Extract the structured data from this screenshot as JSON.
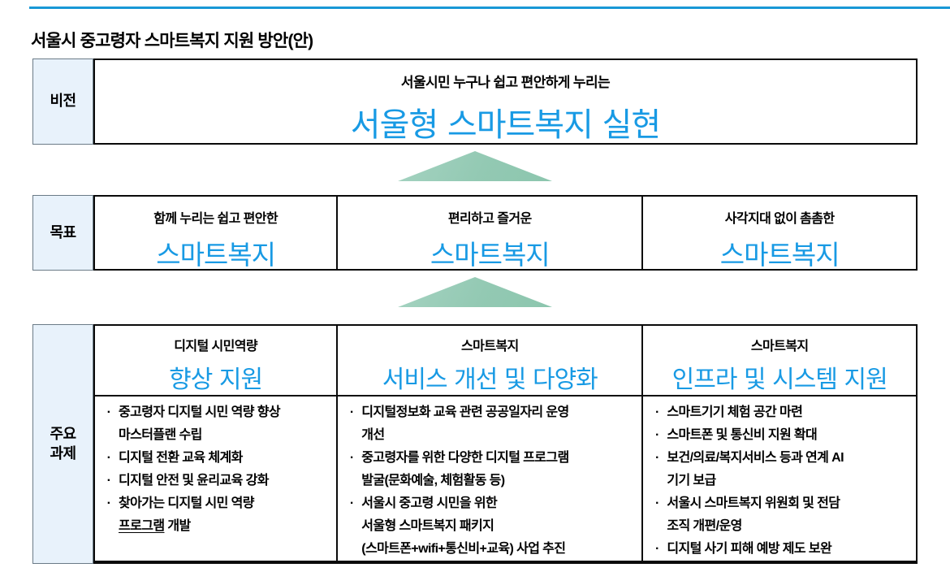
{
  "page": {
    "title": "서울시 중고령자 스마트복지 지원 방안(안)"
  },
  "colors": {
    "accent_line": "#1898D6",
    "headline_blue": "#189AE4",
    "arrow_green": "#93C9B3",
    "label_bg": "#E8F2FB"
  },
  "vision": {
    "label": "비전",
    "subtitle": "서울시민 누구나 쉽고 편안하게 누리는",
    "headline": "서울형 스마트복지 실현"
  },
  "goals": {
    "label": "목표",
    "items": [
      {
        "subtitle": "함께 누리는 쉽고 편안한",
        "headline": "스마트복지"
      },
      {
        "subtitle": "편리하고 즐거운",
        "headline": "스마트복지"
      },
      {
        "subtitle": "사각지대 없이 촘촘한",
        "headline": "스마트복지"
      }
    ]
  },
  "tasks": {
    "label": "주요\n과제",
    "columns": [
      {
        "subtitle": "디지털 시민역량",
        "headline": "향상 지원",
        "bullets": [
          {
            "lines": [
              "중고령자 디지털 시민 역량 향상",
              "마스터플랜 수립"
            ]
          },
          {
            "lines": [
              "디지털 전환 교육 체계화"
            ]
          },
          {
            "lines": [
              "디지털 안전 및 윤리교육 강화"
            ]
          },
          {
            "lines": [
              "찾아가는 디지털 시민 역량",
              "프로그램 개발"
            ],
            "underline": "프로그램"
          }
        ]
      },
      {
        "subtitle": "스마트복지",
        "headline": "서비스 개선 및 다양화",
        "bullets": [
          {
            "lines": [
              "디지털정보화 교육 관련 공공일자리 운영",
              "개선"
            ]
          },
          {
            "lines": [
              "중고령자를 위한 다양한 디지털 프로그램",
              "발굴(문화예술, 체험활동 등)"
            ]
          },
          {
            "lines": [
              "서울시 중고령 시민을 위한",
              "서울형 스마트복지 패키지",
              "(스마트폰+wifi+통신비+교육) 사업 추진"
            ]
          }
        ]
      },
      {
        "subtitle": "스마트복지",
        "headline": "인프라 및 시스템 지원",
        "bullets": [
          {
            "lines": [
              "스마트기기 체험 공간 마련"
            ]
          },
          {
            "lines": [
              "스마트폰 및 통신비 지원 확대"
            ]
          },
          {
            "lines": [
              "보건/의료/복지서비스 등과 연계 AI",
              "기기 보급"
            ]
          },
          {
            "lines": [
              "서울시 스마트복지 위원회 및 전담",
              "조직 개편/운영"
            ]
          },
          {
            "lines": [
              "디지털 사기 피해 예방 제도 보완"
            ]
          }
        ]
      }
    ]
  }
}
